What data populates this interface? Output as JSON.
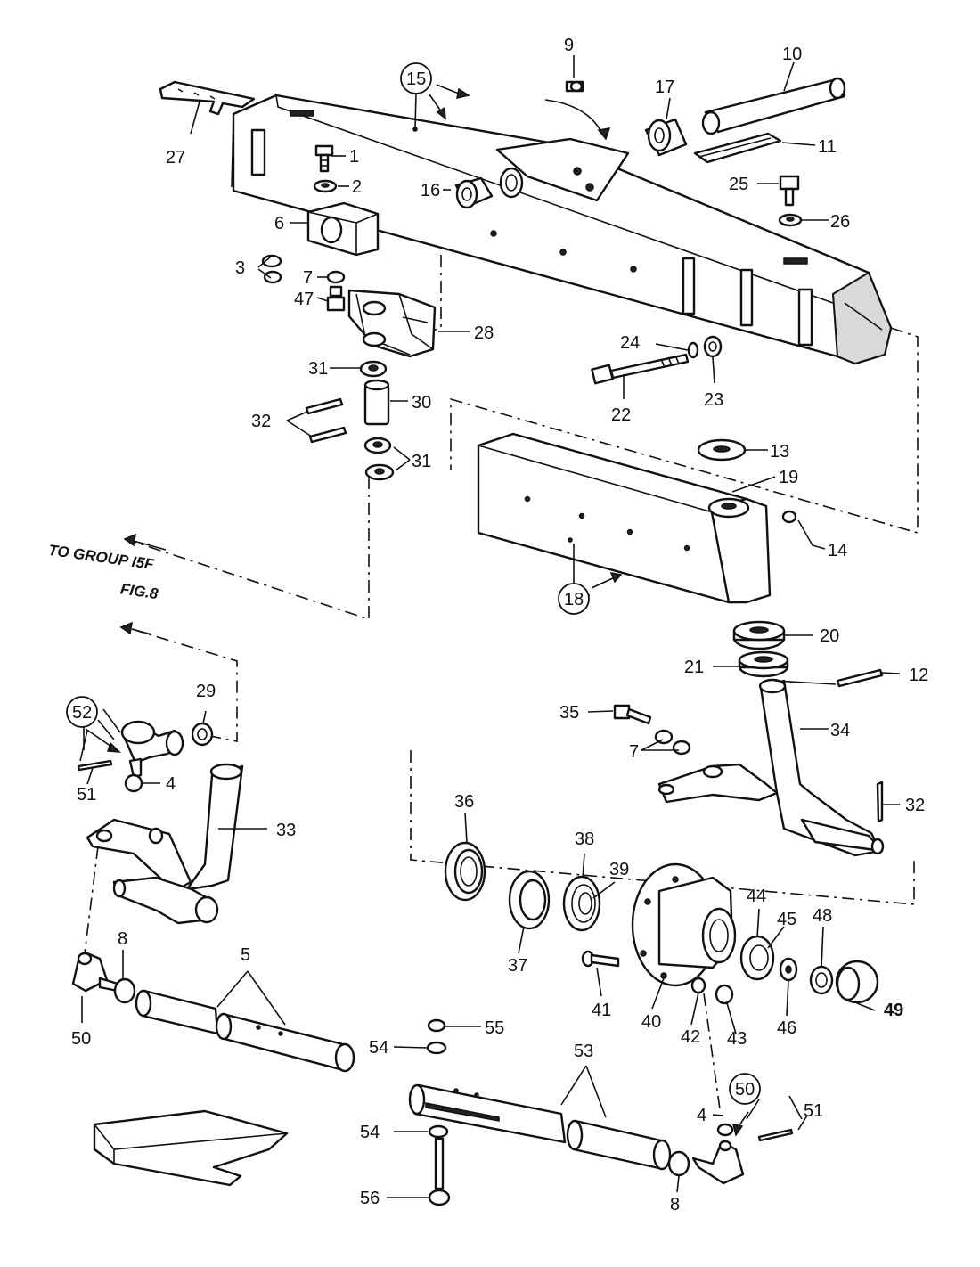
{
  "figure": {
    "reference_note": {
      "line1": "TO GROUP  I5F",
      "line2": "FIG.8"
    },
    "callouts": [
      "1",
      "2",
      "3",
      "4",
      "5",
      "6",
      "7",
      "8",
      "9",
      "10",
      "11",
      "12",
      "13",
      "14",
      "15",
      "16",
      "17",
      "18",
      "19",
      "20",
      "21",
      "22",
      "23",
      "24",
      "25",
      "26",
      "27",
      "28",
      "29",
      "30",
      "31",
      "32",
      "33",
      "34",
      "35",
      "36",
      "37",
      "38",
      "39",
      "40",
      "41",
      "42",
      "43",
      "44",
      "45",
      "46",
      "47",
      "48",
      "49",
      "50",
      "51",
      "52",
      "53",
      "54",
      "55",
      "56"
    ],
    "labels": {
      "n1": "1",
      "n2": "2",
      "n3": "3",
      "n4a": "4",
      "n4b": "4",
      "n5": "5",
      "n6": "6",
      "n7a": "7",
      "n7b": "7",
      "n8a": "8",
      "n8b": "8",
      "n9": "9",
      "n10": "10",
      "n11": "11",
      "n12": "12",
      "n13": "13",
      "n14": "14",
      "n15": "15",
      "n16": "16",
      "n17": "17",
      "n18": "18",
      "n19": "19",
      "n20": "20",
      "n21": "21",
      "n22": "22",
      "n23": "23",
      "n24": "24",
      "n25": "25",
      "n26": "26",
      "n27": "27",
      "n28": "28",
      "n29": "29",
      "n30": "30",
      "n31a": "31",
      "n31b": "31",
      "n32a": "32",
      "n32b": "32",
      "n33": "33",
      "n34": "34",
      "n35": "35",
      "n36": "36",
      "n37": "37",
      "n38": "38",
      "n39": "39",
      "n40": "40",
      "n41": "41",
      "n42": "42",
      "n43": "43",
      "n44": "44",
      "n45": "45",
      "n46": "46",
      "n47": "47",
      "n48": "48",
      "n49": "49",
      "n50a": "50",
      "n50b": "50",
      "n51a": "51",
      "n51b": "51",
      "n52": "52",
      "n53": "53",
      "n54a": "54",
      "n54b": "54",
      "n55": "55",
      "n56": "56"
    }
  }
}
